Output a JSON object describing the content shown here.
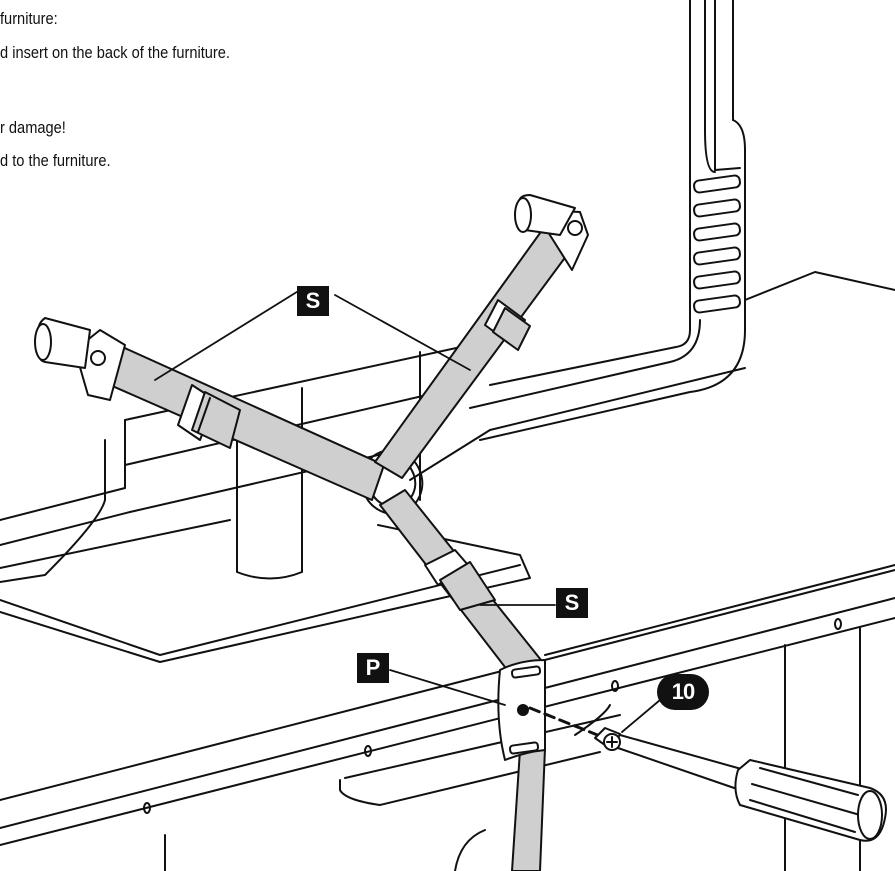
{
  "instructions": {
    "line1": "furniture:",
    "line2": "d insert on the back of the furniture.",
    "line3": "r damage!",
    "line4": "d to the furniture."
  },
  "callouts": {
    "strap": "S",
    "plate": "P",
    "screw": "10"
  },
  "colors": {
    "ink": "#111111",
    "strap_fill": "#cfcfcf",
    "paper": "#ffffff"
  }
}
